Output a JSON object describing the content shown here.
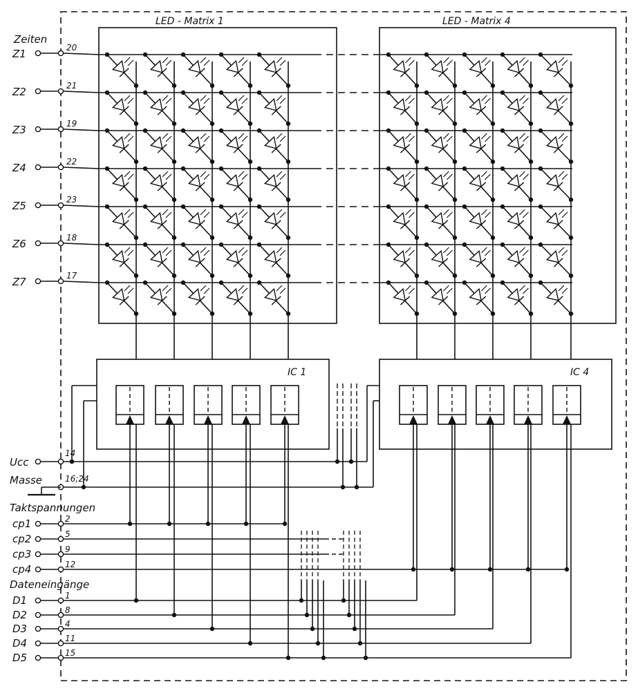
{
  "matrices": [
    {
      "title": "LED - Matrix 1",
      "ic": "IC 1"
    },
    {
      "title": "LED - Matrix 4",
      "ic": "IC 4"
    }
  ],
  "rows_heading": "Zeiten",
  "rows": [
    {
      "name": "Z1",
      "pin": "20"
    },
    {
      "name": "Z2",
      "pin": "21"
    },
    {
      "name": "Z3",
      "pin": "19"
    },
    {
      "name": "Z4",
      "pin": "22"
    },
    {
      "name": "Z5",
      "pin": "23"
    },
    {
      "name": "Z6",
      "pin": "18"
    },
    {
      "name": "Z7",
      "pin": "17"
    }
  ],
  "supply": [
    {
      "name": "Ucc",
      "pin": "14"
    },
    {
      "name": "Masse",
      "pin": "16;24"
    }
  ],
  "clock_heading": "Taktspannungen",
  "clocks": [
    {
      "name": "cp1",
      "pin": "2"
    },
    {
      "name": "cp2",
      "pin": "5"
    },
    {
      "name": "cp3",
      "pin": "9"
    },
    {
      "name": "cp4",
      "pin": "12"
    }
  ],
  "data_heading": "Dateneingänge",
  "data_inputs": [
    {
      "name": "D1",
      "pin": "1"
    },
    {
      "name": "D2",
      "pin": "8"
    },
    {
      "name": "D3",
      "pin": "4"
    },
    {
      "name": "D4",
      "pin": "11"
    },
    {
      "name": "D5",
      "pin": "15"
    }
  ],
  "colors": {
    "ink": "#111111",
    "paper": "#ffffff"
  }
}
